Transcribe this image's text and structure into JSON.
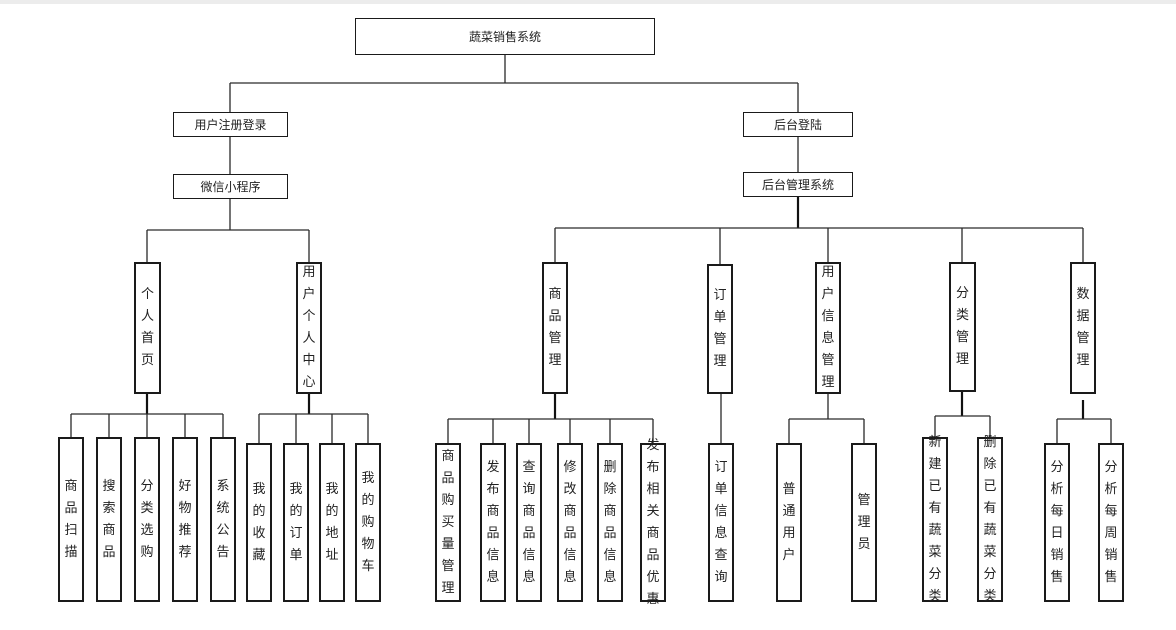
{
  "root": "蔬菜销售系统",
  "left": {
    "login": "用户注册登录",
    "app": "微信小程序",
    "home": {
      "label": "个人首页",
      "items": [
        "商品扫描",
        "搜索商品",
        "分类选购",
        "好物推荐",
        "系统公告"
      ]
    },
    "center": {
      "label": "用户个人中心",
      "items": [
        "我的收藏",
        "我的订单",
        "我的地址",
        "我的购物车"
      ]
    }
  },
  "right": {
    "login": "后台登陆",
    "system": "后台管理系统",
    "goods": {
      "label": "商品管理",
      "items": [
        "商品购买量管理",
        "发布商品信息",
        "查询商品信息",
        "修改商品信息",
        "删除商品信息",
        "发布相关商品优惠"
      ]
    },
    "orders": {
      "label": "订单管理",
      "items": [
        "订单信息查询"
      ]
    },
    "users": {
      "label": "用户信息管理",
      "items": [
        "普通用户",
        "管理员"
      ]
    },
    "category": {
      "label": "分类管理",
      "items": [
        "新建已有蔬菜分类",
        "删除已有蔬菜分类"
      ]
    },
    "data": {
      "label": "数据管理",
      "items": [
        "分析每日销售",
        "分析每周销售"
      ]
    }
  }
}
